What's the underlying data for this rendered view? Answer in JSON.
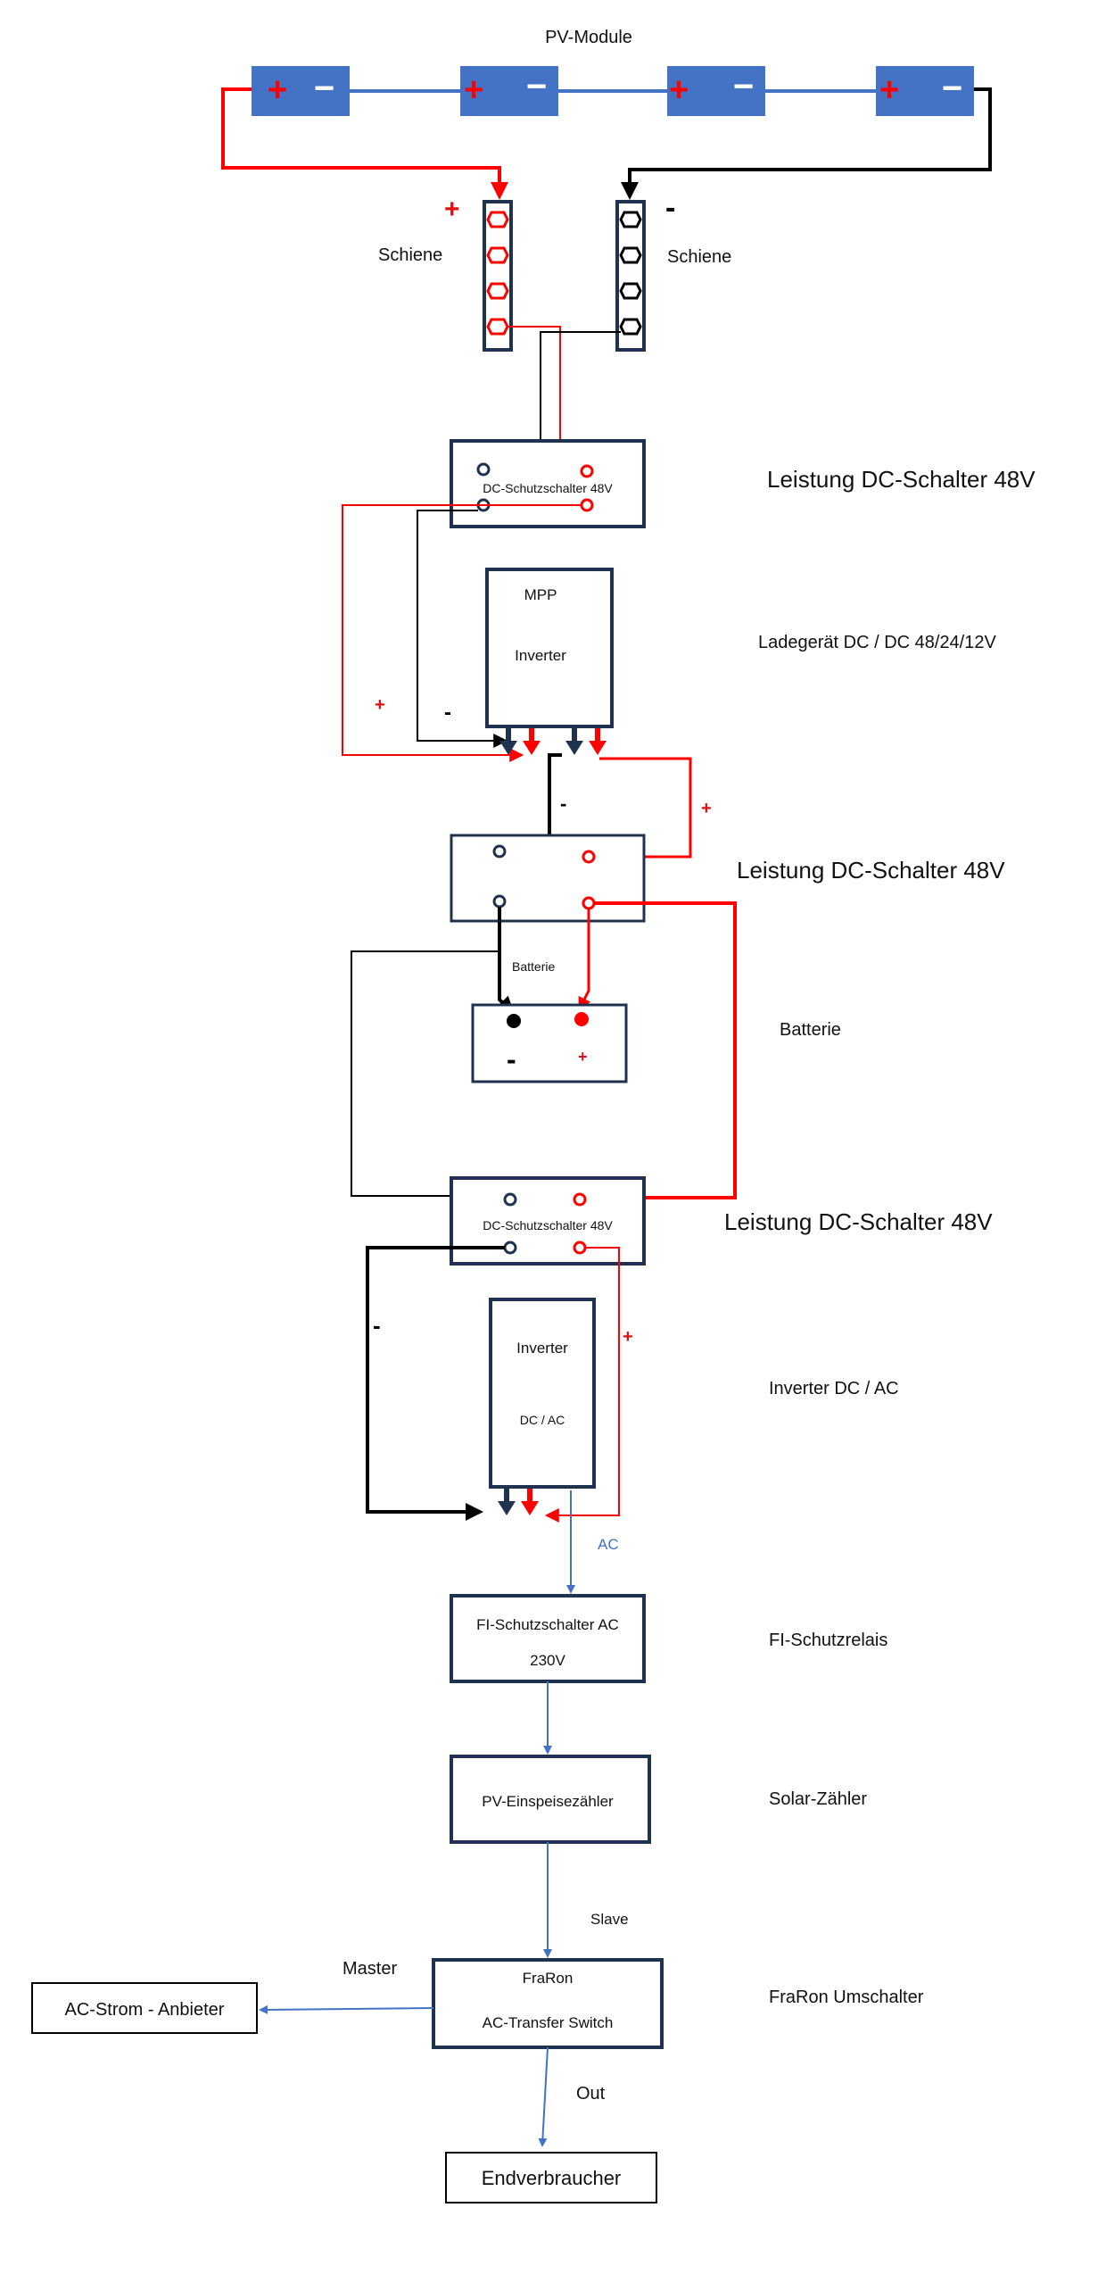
{
  "colors": {
    "positive": "#ff0000",
    "negative": "#000000",
    "ac_line": "#4472c4",
    "box_border": "#1f3350",
    "pv_module": "#4472c4"
  },
  "pv": {
    "title": "PV-Module",
    "modules": [
      {
        "plus": "+",
        "minus": "−"
      },
      {
        "plus": "+",
        "minus": "−"
      },
      {
        "plus": "+",
        "minus": "−"
      },
      {
        "plus": "+",
        "minus": "−"
      }
    ]
  },
  "rails": {
    "left": {
      "label": "Schiene",
      "sign": "+"
    },
    "right": {
      "label": "Schiene",
      "sign": "-"
    }
  },
  "dc_switch_1": {
    "inner_label": "DC-Schutzschalter 48V",
    "side_label": "Leistung DC-Schalter 48V"
  },
  "mpp": {
    "line1": "MPP",
    "line2": "Inverter",
    "side_label": "Ladegerät DC / DC 48/24/12V",
    "sign_left_plus": "+",
    "sign_left_minus": "-"
  },
  "dc_switch_2": {
    "side_label": "Leistung DC-Schalter 48V",
    "sign_minus": "-",
    "sign_plus": "+"
  },
  "battery": {
    "wire_label": "Batterie",
    "minus": "-",
    "plus": "+",
    "side_label": "Batterie"
  },
  "dc_switch_3": {
    "inner_label": "DC-Schutzschalter 48V",
    "side_label": "Leistung DC-Schalter 48V"
  },
  "inverter": {
    "line1": "Inverter",
    "line2": "DC / AC",
    "side_label": "Inverter DC / AC",
    "sign_minus": "-",
    "sign_plus": "+",
    "ac_label": "AC"
  },
  "fi": {
    "line1": "FI-Schutzschalter AC",
    "line2": "230V",
    "side_label": "FI-Schutzrelais"
  },
  "meter": {
    "label": "PV-Einspeisezähler",
    "side_label": "Solar-Zähler",
    "slave_label": "Slave"
  },
  "transfer": {
    "line1": "FraRon",
    "line2": "AC-Transfer Switch",
    "side_label": "FraRon Umschalter",
    "master_label": "Master",
    "out_label": "Out"
  },
  "provider": {
    "label": "AC-Strom - Anbieter"
  },
  "consumer": {
    "label": "Endverbraucher"
  }
}
